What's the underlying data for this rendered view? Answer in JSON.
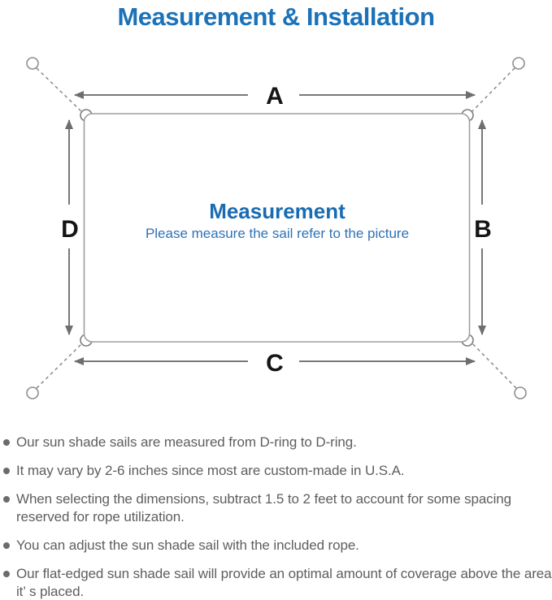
{
  "title": "Measurement & Installation",
  "colors": {
    "title_blue": "#1b72b8",
    "center_heading_blue": "#1a6cb2",
    "center_subtitle_blue": "#2f72b5",
    "line_gray": "#8f8f8f",
    "arrow_gray": "#6e6e6e",
    "bullet_text_gray": "#5e5e5e",
    "label_black": "#151515"
  },
  "diagram": {
    "center_heading": "Measurement",
    "center_subtitle": "Please measure the sail refer to the picture",
    "edge_labels": {
      "top": "A",
      "right": "B",
      "bottom": "C",
      "left": "D"
    }
  },
  "bullets": [
    "Our sun shade sails are measured from D-ring to D-ring.",
    "It may vary by 2-6 inches since most are custom-made in U.S.A.",
    "When selecting the dimensions, subtract 1.5 to 2 feet to account for some spacing reserved for rope utilization.",
    "You can adjust the sun shade sail with the included rope.",
    "Our flat-edged sun shade sail will provide an optimal amount of coverage above the area it’ s placed."
  ]
}
